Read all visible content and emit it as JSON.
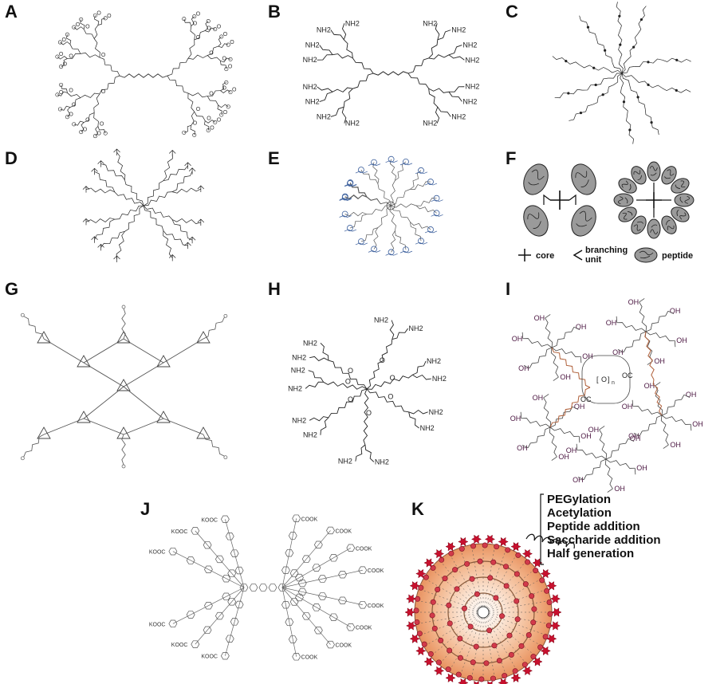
{
  "panels": {
    "A": {
      "label": "A"
    },
    "B": {
      "label": "B"
    },
    "C": {
      "label": "C"
    },
    "D": {
      "label": "D"
    },
    "E": {
      "label": "E"
    },
    "F": {
      "label": "F"
    },
    "G": {
      "label": "G"
    },
    "H": {
      "label": "H"
    },
    "I": {
      "label": "I"
    },
    "J": {
      "label": "J"
    },
    "K": {
      "label": "K"
    }
  },
  "legend_f": {
    "core": "core",
    "branching_line1": "branching",
    "branching_line2": "unit",
    "peptide": "peptide"
  },
  "panel_b": {
    "group": "NH2"
  },
  "panel_h": {
    "group": "NH2",
    "linker": "O"
  },
  "panel_i": {
    "acid": "OH",
    "carbonyl": "O",
    "ester": "OC",
    "n": "n"
  },
  "panel_j": {
    "group_left": "KOOC",
    "group_right": "COOK"
  },
  "modifications": [
    "PEGylation",
    "Acetylation",
    "Peptide addition",
    "Saccharide addition",
    "Half generation"
  ],
  "colors": {
    "ink": "#222222",
    "blue": "#3a5e9c",
    "brown": "#b0603a",
    "purple": "#4a1540",
    "peptide_fill": "#9a9a9a",
    "star_red": "#c8102e"
  }
}
